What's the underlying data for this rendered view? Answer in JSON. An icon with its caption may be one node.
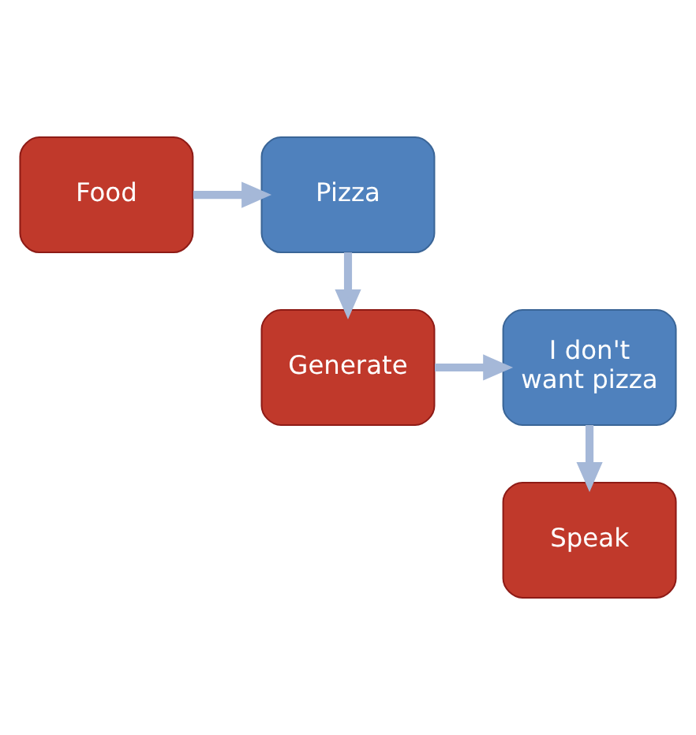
{
  "diagram": {
    "nodes": [
      {
        "text": [
          "Food"
        ]
      },
      {
        "text": [
          "Pizza"
        ]
      },
      {
        "text": [
          "Generate"
        ]
      },
      {
        "text": [
          "I don't want pizza"
        ]
      },
      {
        "text": [
          "Speak"
        ]
      }
    ],
    "edges": [
      {
        "from": 0,
        "to": 1,
        "arrow": "to"
      },
      {
        "from": 1,
        "to": 2,
        "arrow": "to"
      },
      {
        "from": 2,
        "to": 3,
        "arrow": "to"
      },
      {
        "from": 3,
        "to": 4,
        "arrow": "to"
      }
    ]
  }
}
